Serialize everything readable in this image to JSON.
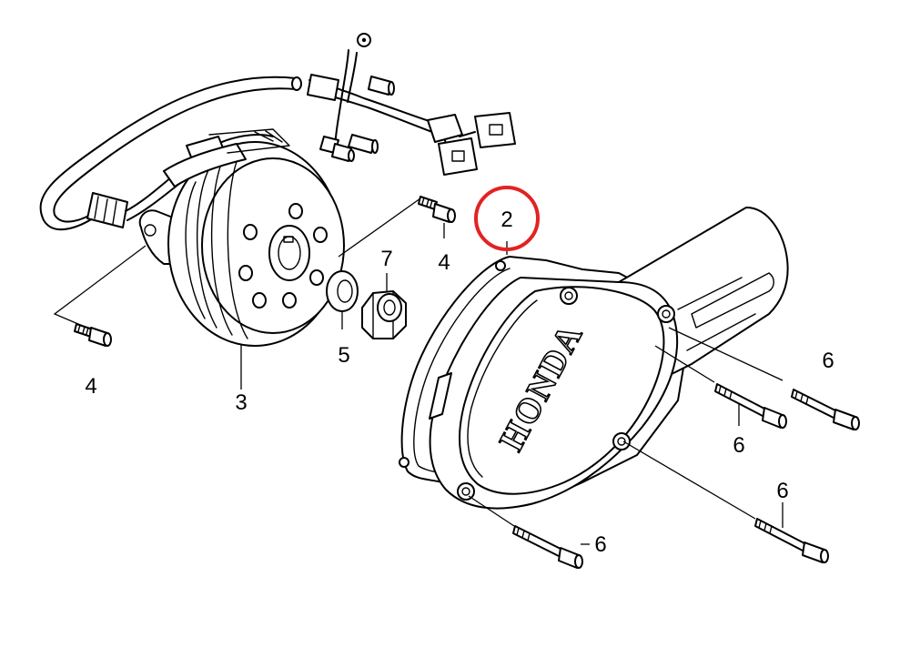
{
  "diagram": {
    "brand_text": "HONDA",
    "highlight_color": "#e32222",
    "callouts": {
      "gasket": "2",
      "stator": "3",
      "bolt_left": "4",
      "bolt_right": "4",
      "washer": "5",
      "nut": "7",
      "bolt_a": "6",
      "bolt_b": "6",
      "bolt_c": "6",
      "bolt_d": "6"
    }
  }
}
